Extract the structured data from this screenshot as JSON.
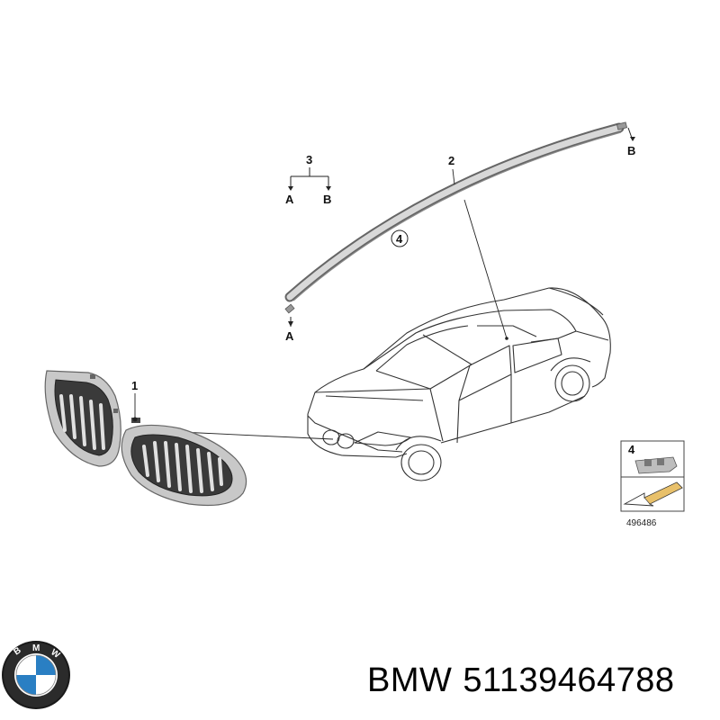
{
  "callouts": {
    "grille": "1",
    "moulding": "2",
    "set": "3",
    "set_a": "A",
    "set_b": "B",
    "end_a": "A",
    "end_b": "B",
    "circled": "4",
    "box_ref": "4"
  },
  "diagram_id": "496486",
  "caption": {
    "brand": "BMW",
    "part_number": "51139464788"
  },
  "logo": {
    "letters": "BMW",
    "colors": {
      "blue": "#2a7fc3",
      "white": "#ffffff",
      "ring": "#111111"
    }
  }
}
